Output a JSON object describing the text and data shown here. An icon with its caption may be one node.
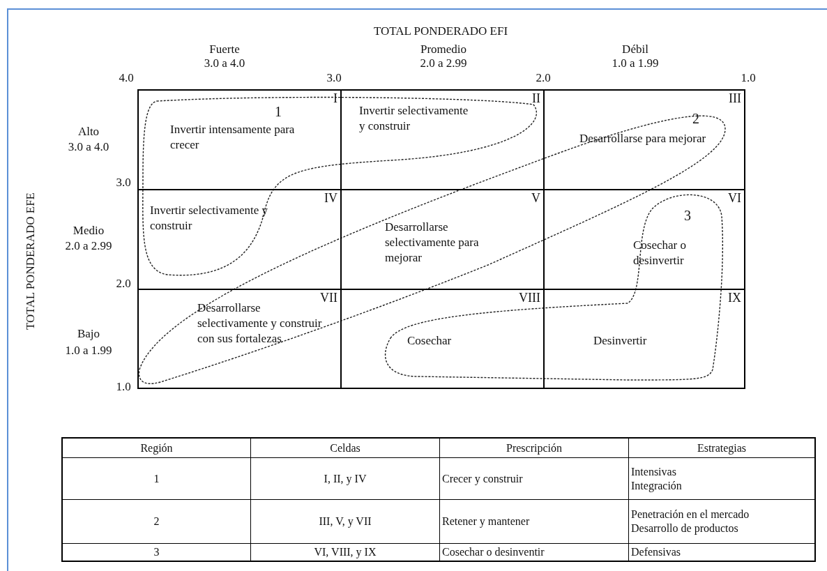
{
  "diagram": {
    "nodes": [
      {
        "text": [
          "I",
          "1",
          "Invertir intensamente para crecer"
        ]
      },
      {
        "text": [
          "II",
          "Invertir selectivamente y construir"
        ]
      },
      {
        "text": [
          "III",
          "2",
          "Desarrollarse para mejorar"
        ]
      },
      {
        "text": [
          "IV",
          "Invertir selectivamente y construir"
        ]
      },
      {
        "text": [
          "V",
          "Desarrollarse selectivamente para mejorar"
        ]
      },
      {
        "text": [
          "VI",
          "3",
          "Cosechar o desinvertir"
        ]
      },
      {
        "text": [
          "VII",
          "Desarrollarse selectivamente y construir con sus fortalezas"
        ]
      },
      {
        "text": [
          "VIII",
          "Cosechar"
        ]
      },
      {
        "text": [
          "IX",
          "Desinvertir"
        ]
      }
    ],
    "labels": [
      "TOTAL PONDERADO EFI",
      "Fuerte",
      "3.0 a 4.0",
      "Promedio",
      "2.0 a 2.99",
      "Débil",
      "1.0 a 1.99",
      "4.0",
      "3.0",
      "2.0",
      "1.0",
      "TOTAL PONDERADO EFE",
      "Alto",
      "3.0 a 4.0",
      "3.0",
      "Medio",
      "2.0 a 2.99",
      "2.0",
      "Bajo",
      "1.0 a 1.99",
      "1.0",
      "Región",
      "Celdas",
      "Prescripción",
      "Estrategias",
      "1",
      "I, II, y IV",
      "Crecer y construir",
      "Intensivas",
      "Integración",
      "2",
      "III, V, y VII",
      "Retener y mantener",
      "Penetración en el mercado",
      "Desarrollo de productos",
      "3",
      "VI, VIII, y IX",
      "Cosechar o desinventir",
      "Defensivas"
    ]
  }
}
